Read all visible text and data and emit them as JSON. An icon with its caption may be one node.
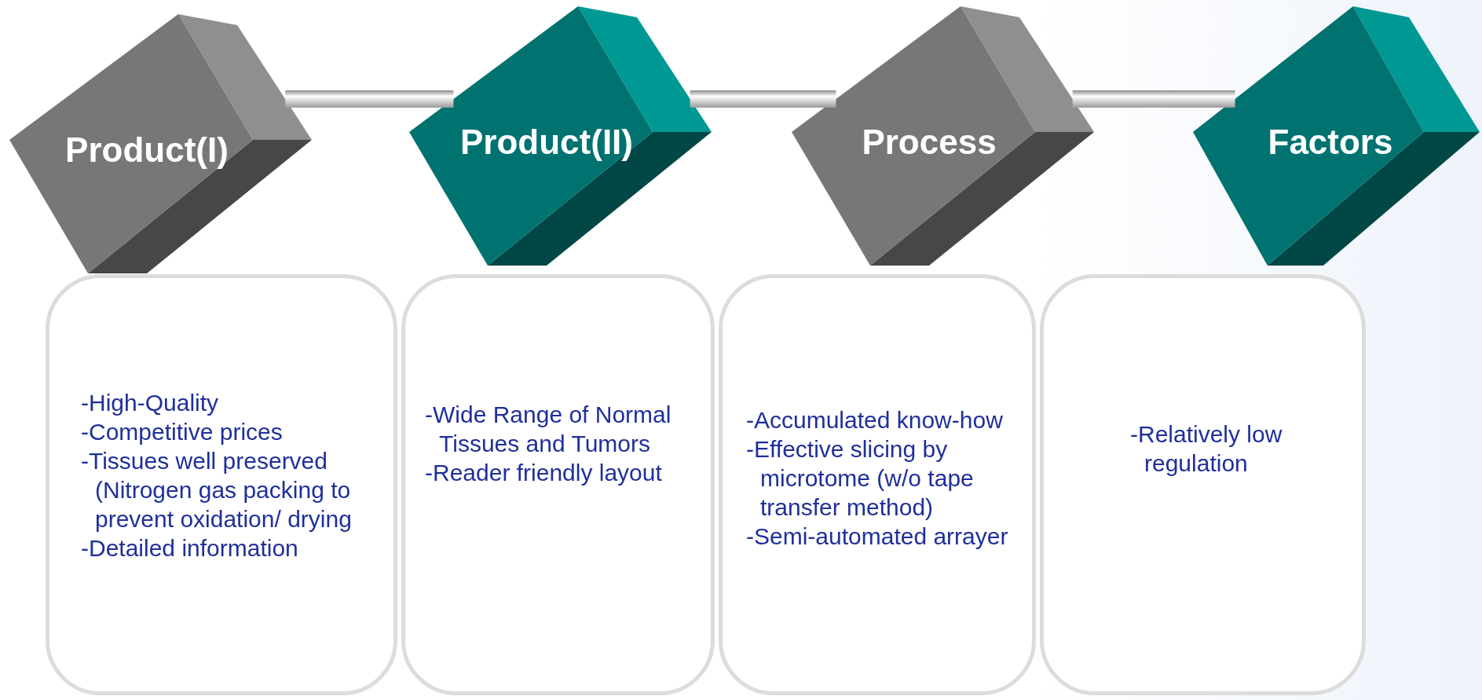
{
  "diagram": {
    "nodes": [
      {
        "text": [
          "Product(I)"
        ]
      },
      {
        "text": [
          "Product(II)"
        ]
      },
      {
        "text": [
          "Process"
        ]
      },
      {
        "text": [
          "Factors"
        ]
      },
      {
        "text": [
          "-High-Quality",
          "-Competitive prices",
          "-Tissues well preserved (Nitrogen gas packing to prevent oxidation/ drying",
          "-Detailed information"
        ]
      },
      {
        "text": [
          "-Wide Range of Normal Tissues and Tumors",
          "-Reader friendly layout"
        ]
      },
      {
        "text": [
          "-Accumulated know-how",
          "-Effective slicing by microtome (w/o tape transfer method)",
          "-Semi-automated arrayer"
        ]
      },
      {
        "text": [
          "-Relatively low regulation"
        ]
      }
    ],
    "edges": [
      {
        "from": 0,
        "to": 1,
        "arrow": "none"
      },
      {
        "from": 1,
        "to": 2,
        "arrow": "none"
      },
      {
        "from": 2,
        "to": 3,
        "arrow": "none"
      }
    ]
  }
}
